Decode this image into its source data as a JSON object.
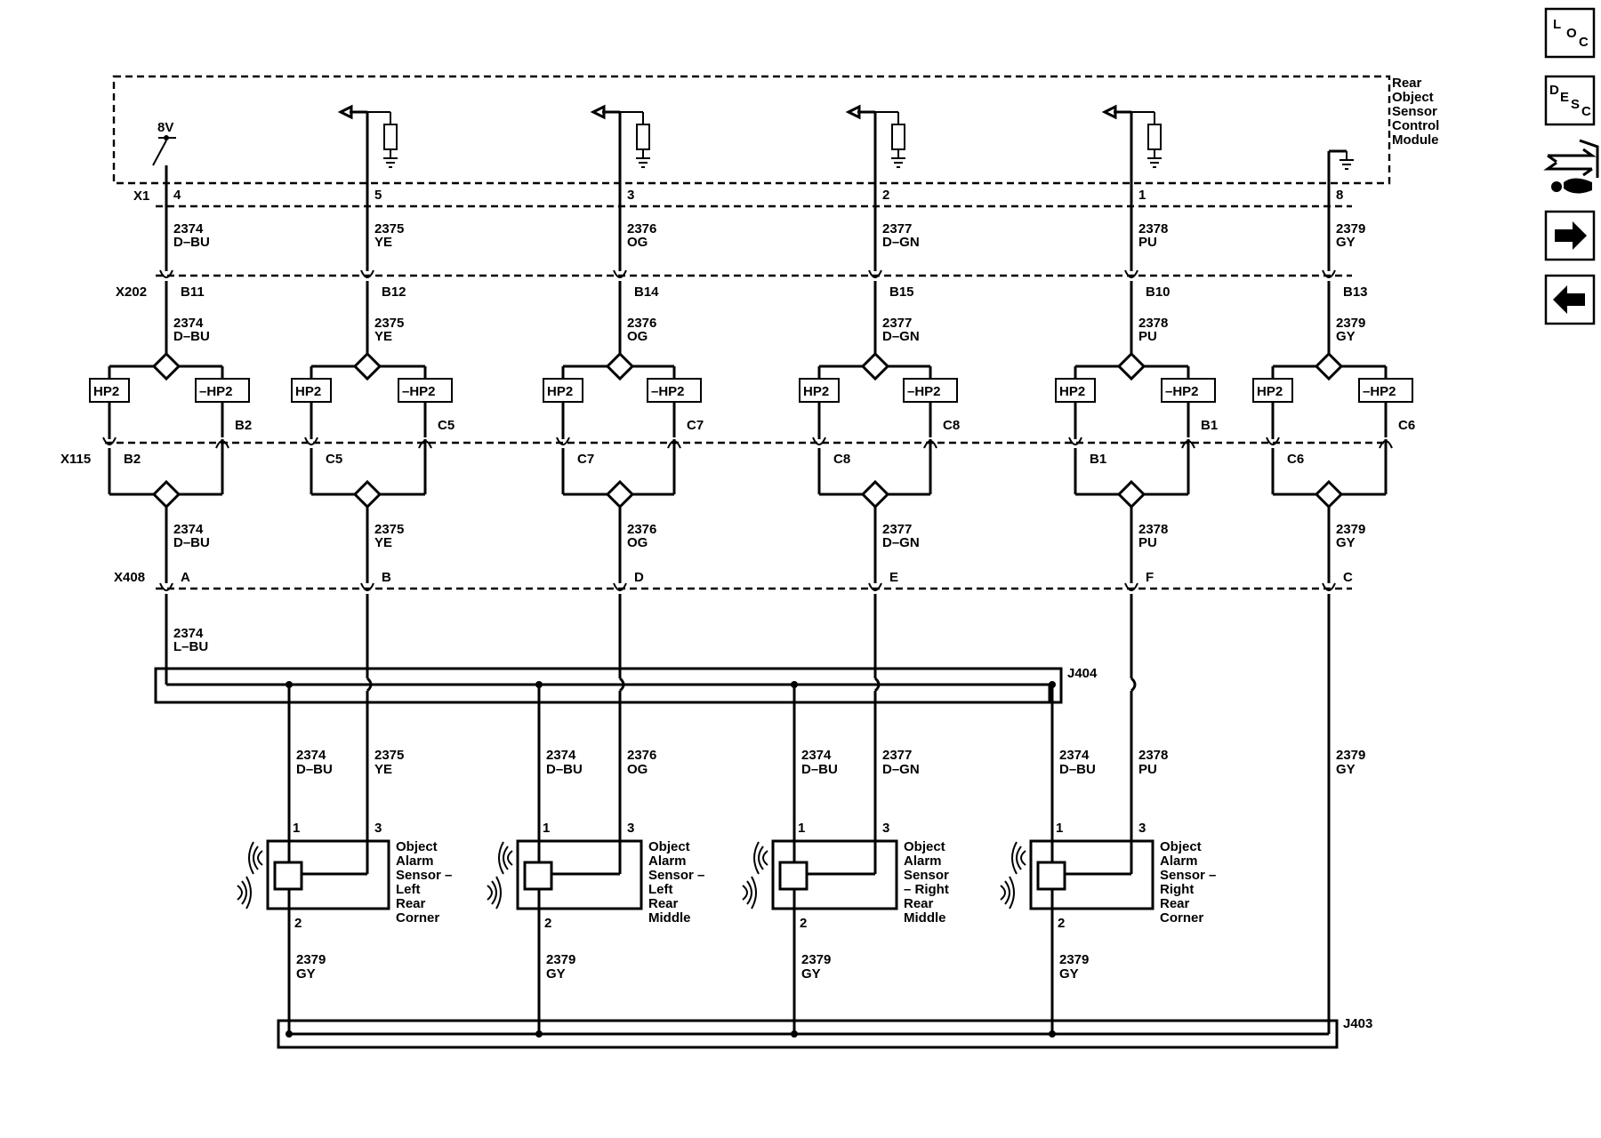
{
  "module": {
    "name_lines": [
      "Rear",
      "Object",
      "Sensor",
      "Control",
      "Module"
    ],
    "connector": "X1",
    "voltage": "8V"
  },
  "nav": {
    "loc_icon": "location-icon",
    "desc_icon": "description-icon",
    "connector_icon": "connector-tool-icon",
    "next_icon": "arrow-right-icon",
    "prev_icon": "arrow-left-icon",
    "loc_letters": [
      "L",
      "O",
      "C"
    ],
    "desc_letters": [
      "D",
      "E",
      "S",
      "C"
    ]
  },
  "connectors": {
    "x202": "X202",
    "x115": "X115",
    "x408": "X408"
  },
  "inline": {
    "hp2": "HP2",
    "neg_hp2": "–HP2"
  },
  "splices": {
    "j404": "J404",
    "j403": "J403"
  },
  "circuits": [
    {
      "id": "c2374",
      "x1_pin": "4",
      "wire_upper": [
        "2374",
        "D–BU"
      ],
      "x202_pin": "B11",
      "wire_mid": [
        "2374",
        "D–BU"
      ],
      "x115_right_pin": "B2",
      "x115_left_pin": "B2",
      "wire_lower": [
        "2374",
        "D–BU"
      ],
      "x408_pin": "A",
      "wire_bottom": [
        "2374",
        "L–BU"
      ]
    },
    {
      "id": "c2375",
      "x1_pin": "5",
      "wire_upper": [
        "2375",
        "YE"
      ],
      "x202_pin": "B12",
      "wire_mid": [
        "2375",
        "YE"
      ],
      "x115_right_pin": "C5",
      "x115_left_pin": "C5",
      "wire_lower": [
        "2375",
        "YE"
      ],
      "x408_pin": "B"
    },
    {
      "id": "c2376",
      "x1_pin": "3",
      "wire_upper": [
        "2376",
        "OG"
      ],
      "x202_pin": "B14",
      "wire_mid": [
        "2376",
        "OG"
      ],
      "x115_right_pin": "C7",
      "x115_left_pin": "C7",
      "wire_lower": [
        "2376",
        "OG"
      ],
      "x408_pin": "D"
    },
    {
      "id": "c2377",
      "x1_pin": "2",
      "wire_upper": [
        "2377",
        "D–GN"
      ],
      "x202_pin": "B15",
      "wire_mid": [
        "2377",
        "D–GN"
      ],
      "x115_right_pin": "C8",
      "x115_left_pin": "C8",
      "wire_lower": [
        "2377",
        "D–GN"
      ],
      "x408_pin": "E"
    },
    {
      "id": "c2378",
      "x1_pin": "1",
      "wire_upper": [
        "2378",
        "PU"
      ],
      "x202_pin": "B10",
      "wire_mid": [
        "2378",
        "PU"
      ],
      "x115_right_pin": "B1",
      "x115_left_pin": "B1",
      "wire_lower": [
        "2378",
        "PU"
      ],
      "x408_pin": "F"
    },
    {
      "id": "c2379",
      "x1_pin": "8",
      "wire_upper": [
        "2379",
        "GY"
      ],
      "x202_pin": "B13",
      "wire_mid": [
        "2379",
        "GY"
      ],
      "x115_right_pin": "C6",
      "x115_left_pin": "C6",
      "wire_lower": [
        "2379",
        "GY"
      ],
      "x408_pin": "C"
    }
  ],
  "sensors": [
    {
      "id": "lrc",
      "name_lines": [
        "Object",
        "Alarm",
        "Sensor –",
        "Left",
        "Rear",
        "Corner"
      ],
      "pin1": "1",
      "pin3": "3",
      "pin2": "2",
      "wire_left": [
        "2374",
        "D–BU"
      ],
      "wire_right": [
        "2375",
        "YE"
      ],
      "wire_bottom": [
        "2379",
        "GY"
      ]
    },
    {
      "id": "lrm",
      "name_lines": [
        "Object",
        "Alarm",
        "Sensor –",
        "Left",
        "Rear",
        "Middle"
      ],
      "pin1": "1",
      "pin3": "3",
      "pin2": "2",
      "wire_left": [
        "2374",
        "D–BU"
      ],
      "wire_right": [
        "2376",
        "OG"
      ],
      "wire_bottom": [
        "2379",
        "GY"
      ]
    },
    {
      "id": "rrm",
      "name_lines": [
        "Object",
        "Alarm",
        "Sensor",
        "– Right",
        "Rear",
        "Middle"
      ],
      "pin1": "1",
      "pin3": "3",
      "pin2": "2",
      "wire_left": [
        "2374",
        "D–BU"
      ],
      "wire_right": [
        "2377",
        "D–GN"
      ],
      "wire_bottom": [
        "2379",
        "GY"
      ]
    },
    {
      "id": "rrc",
      "name_lines": [
        "Object",
        "Alarm",
        "Sensor –",
        "Right",
        "Rear",
        "Corner"
      ],
      "pin1": "1",
      "pin3": "3",
      "pin2": "2",
      "wire_left": [
        "2374",
        "D–BU"
      ],
      "wire_right": [
        "2378",
        "PU"
      ],
      "wire_bottom": [
        "2379",
        "GY"
      ]
    }
  ],
  "gy_direct_wire": [
    "2379",
    "GY"
  ]
}
